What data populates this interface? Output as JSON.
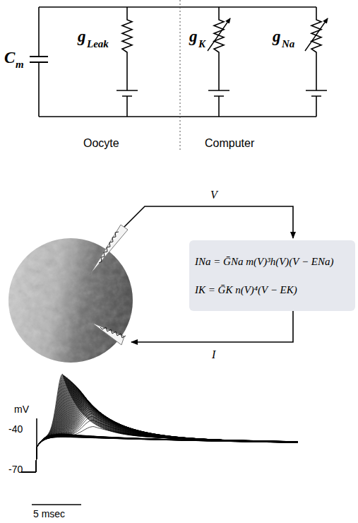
{
  "diagram": {
    "nodes": [
      {
        "text": [
          "INa = ḠNa m(V)³h(V)(V − ENa)",
          "IK = ḠK n(V)⁴(V − EK)"
        ]
      }
    ],
    "labels": [
      "C",
      "m",
      "g",
      "Leak",
      "g",
      "K",
      "g",
      "Na",
      "Oocyte",
      "Computer",
      "V",
      "I",
      "mV",
      "-40",
      "-70",
      "5 msec"
    ]
  }
}
